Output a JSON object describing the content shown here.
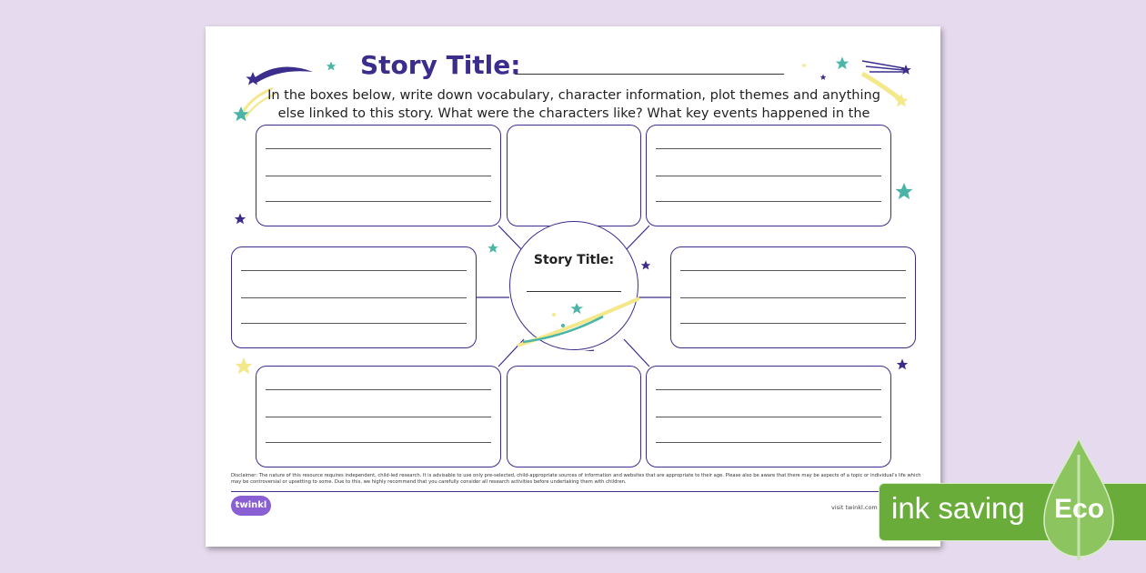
{
  "worksheet": {
    "title": "Story Title:",
    "instructions": "In the boxes below, write down vocabulary, character information, plot themes and anything else linked to this story. What were the characters like? What key events happened in the story?",
    "centre_title": "Story Title:",
    "disclaimer": "Disclaimer: The nature of this resource requires independent, child-led research. It is advisable to use only pre-selected, child-appropriate sources of information and websites that are appropriate to their age. Please also be aware that there may be aspects of a topic or individual's life which may be controversial or upsetting to some. Due to this, we highly recommend that you carefully consider all research activities before undertaking them with children.",
    "logo_text": "twinkl",
    "visit_text": "visit twinkl.com"
  },
  "badge": {
    "ink_saving_label": "ink saving",
    "eco_label": "Eco"
  },
  "colors": {
    "background": "#e6dbee",
    "ink_purple": "#3a2d8c",
    "teal_star": "#4ab5a6",
    "yellow_star": "#f3e88a",
    "eco_green": "#6aac3a"
  }
}
